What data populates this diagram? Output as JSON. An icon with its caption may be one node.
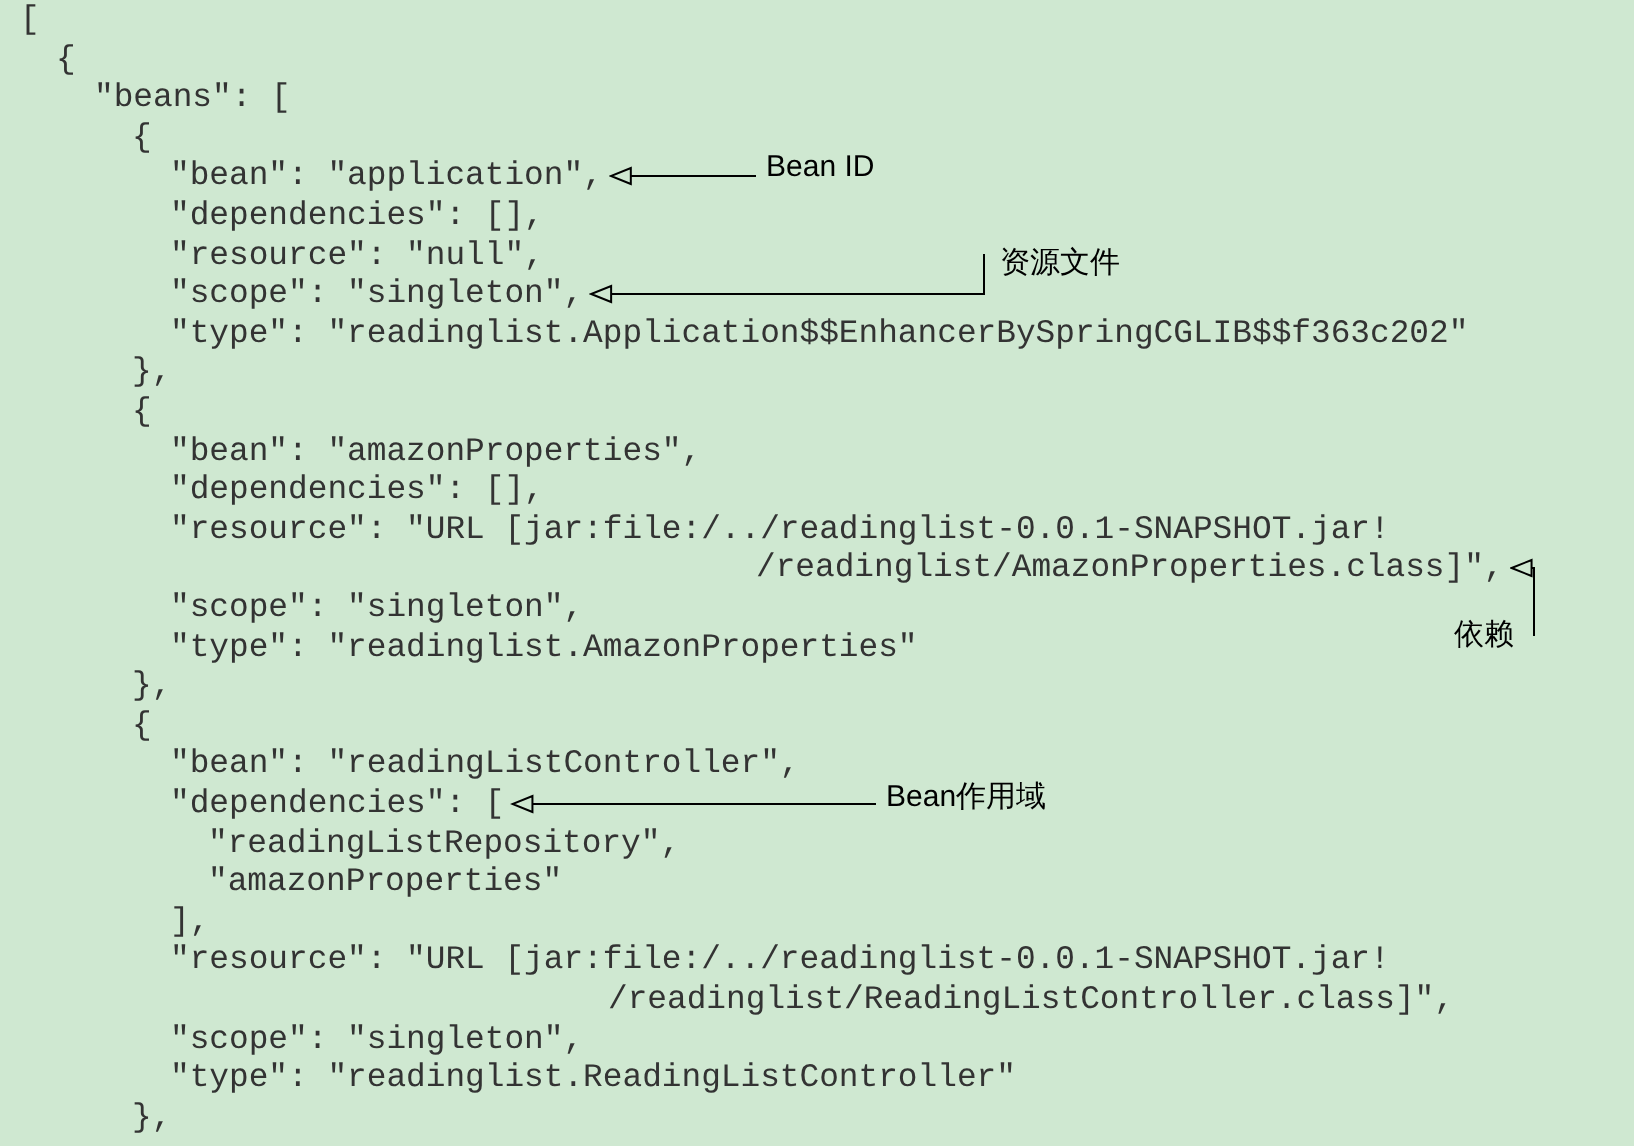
{
  "diagram": {
    "nodes": [
      {
        "text": [
          "\"bean\": \"application\","
        ]
      },
      {
        "text": [
          "Bean ID"
        ]
      },
      {
        "text": [
          "资源文件"
        ]
      },
      {
        "text": [
          "\"scope\": \"singleton\","
        ]
      },
      {
        "text": [
          "/readinglist/AmazonProperties.class]\","
        ]
      },
      {
        "text": [
          "依赖"
        ]
      },
      {
        "text": [
          "\"dependencies\": ["
        ]
      },
      {
        "text": [
          "Bean作用域"
        ]
      }
    ],
    "edges": [
      {
        "from": 1,
        "to": 0,
        "arrow": "to"
      },
      {
        "from": 2,
        "to": 3,
        "arrow": "to"
      },
      {
        "from": 5,
        "to": 4,
        "arrow": "to"
      },
      {
        "from": 7,
        "to": 6,
        "arrow": "to"
      }
    ],
    "labels": [
      "[",
      "{",
      "\"beans\": [",
      "{",
      "\"dependencies\": [],",
      "\"resource\": \"null\",",
      "\"type\": \"readinglist.Application$$EnhancerBySpringCGLIB$$f363c202\"",
      "},",
      "{",
      "\"bean\": \"amazonProperties\",",
      "\"dependencies\": [],",
      "\"resource\": \"URL [jar:file:/../readinglist-0.0.1-SNAPSHOT.jar!",
      "\"scope\": \"singleton\",",
      "\"type\": \"readinglist.AmazonProperties\"",
      "},",
      "{",
      "\"bean\": \"readingListController\",",
      "\"readingListRepository\",",
      "\"amazonProperties\"",
      "],",
      "\"resource\": \"URL [jar:file:/../readinglist-0.0.1-SNAPSHOT.jar!",
      "/readinglist/ReadingListController.class]\",",
      "\"scope\": \"singleton\",",
      "\"type\": \"readinglist.ReadingListController\"",
      "},"
    ]
  }
}
